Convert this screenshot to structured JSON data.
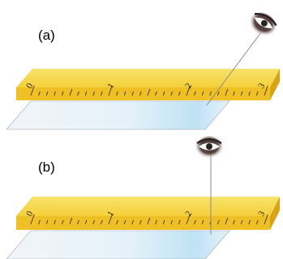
{
  "panels": [
    {
      "label": "(a)",
      "ruler_numbers": [
        "0",
        "1",
        "2",
        "3"
      ],
      "sight_line": "slanted",
      "description_role": "eye viewing ruler mark at an angle (parallax)"
    },
    {
      "label": "(b)",
      "ruler_numbers": [
        "0",
        "1",
        "2",
        "3"
      ],
      "sight_line": "vertical",
      "description_role": "eye viewing ruler mark straight on"
    }
  ],
  "colors": {
    "ruler_top": "#f7d84a",
    "ruler_edge": "#e9b51c",
    "ruler_shadow": "#d39a12",
    "glass": "#cfe9f7",
    "sight_line": "#8a8a8a"
  },
  "icons": [
    "eye-icon"
  ]
}
